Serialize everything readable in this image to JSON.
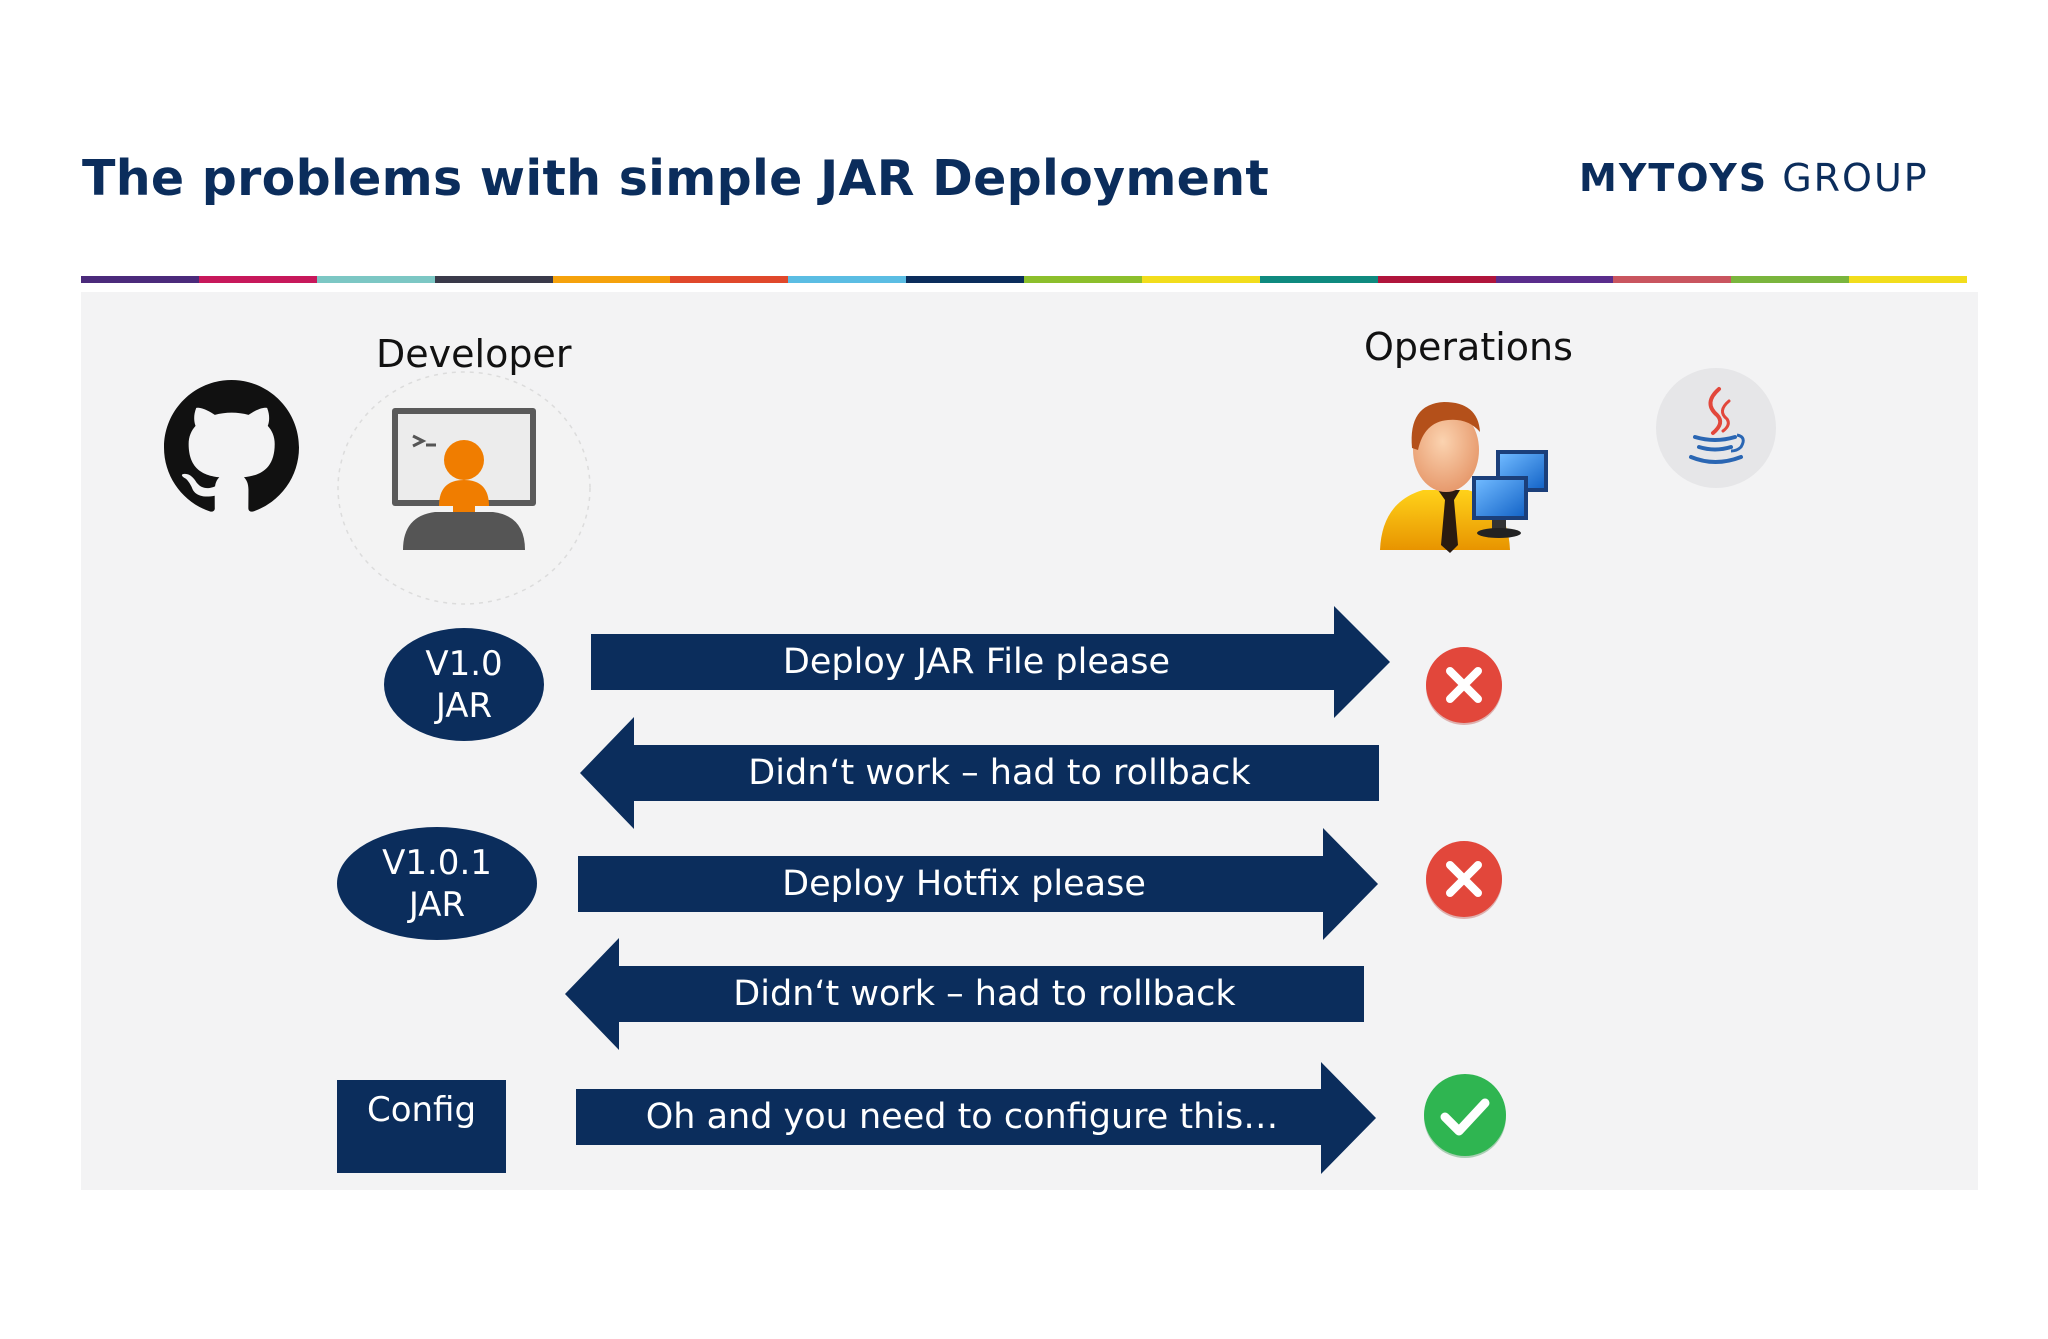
{
  "header": {
    "title": "The problems with simple JAR Deployment",
    "logo_bold": "MYTOYS",
    "logo_regular": "GROUP"
  },
  "colors": {
    "navy": "#0b2d5c",
    "panel_bg": "#f3f3f4",
    "error_red": "#e2473b",
    "success_green": "#2fb551",
    "stripe": [
      "#4b2a7b",
      "#c7185b",
      "#7cc7c4",
      "#3a3a4a",
      "#f5a20c",
      "#e0482b",
      "#5bbde3",
      "#0b2d5c",
      "#8cbf2c",
      "#f2dd1c",
      "#0f8a7f",
      "#b0153c",
      "#5a2d8c",
      "#c9555f",
      "#7ab53d",
      "#f2dd1c"
    ]
  },
  "diagram": {
    "developer_label": "Developer",
    "operations_label": "Operations",
    "icons": [
      "github-icon",
      "developer-terminal-icon",
      "operations-admin-icon",
      "java-icon"
    ],
    "artifacts": {
      "v10_line1": "V1.0",
      "v10_line2": "JAR",
      "v101_line1": "V1.0.1",
      "v101_line2": "JAR",
      "config": "Config"
    },
    "messages": [
      {
        "text": "Deploy JAR File please",
        "direction": "right",
        "result": "fail"
      },
      {
        "text": "Didn‘t work – had to rollback",
        "direction": "left"
      },
      {
        "text": "Deploy Hotfix please",
        "direction": "right",
        "result": "fail"
      },
      {
        "text": "Didn‘t work – had to rollback",
        "direction": "left"
      },
      {
        "text": "Oh and you need to configure this…",
        "direction": "right",
        "result": "success"
      }
    ]
  }
}
